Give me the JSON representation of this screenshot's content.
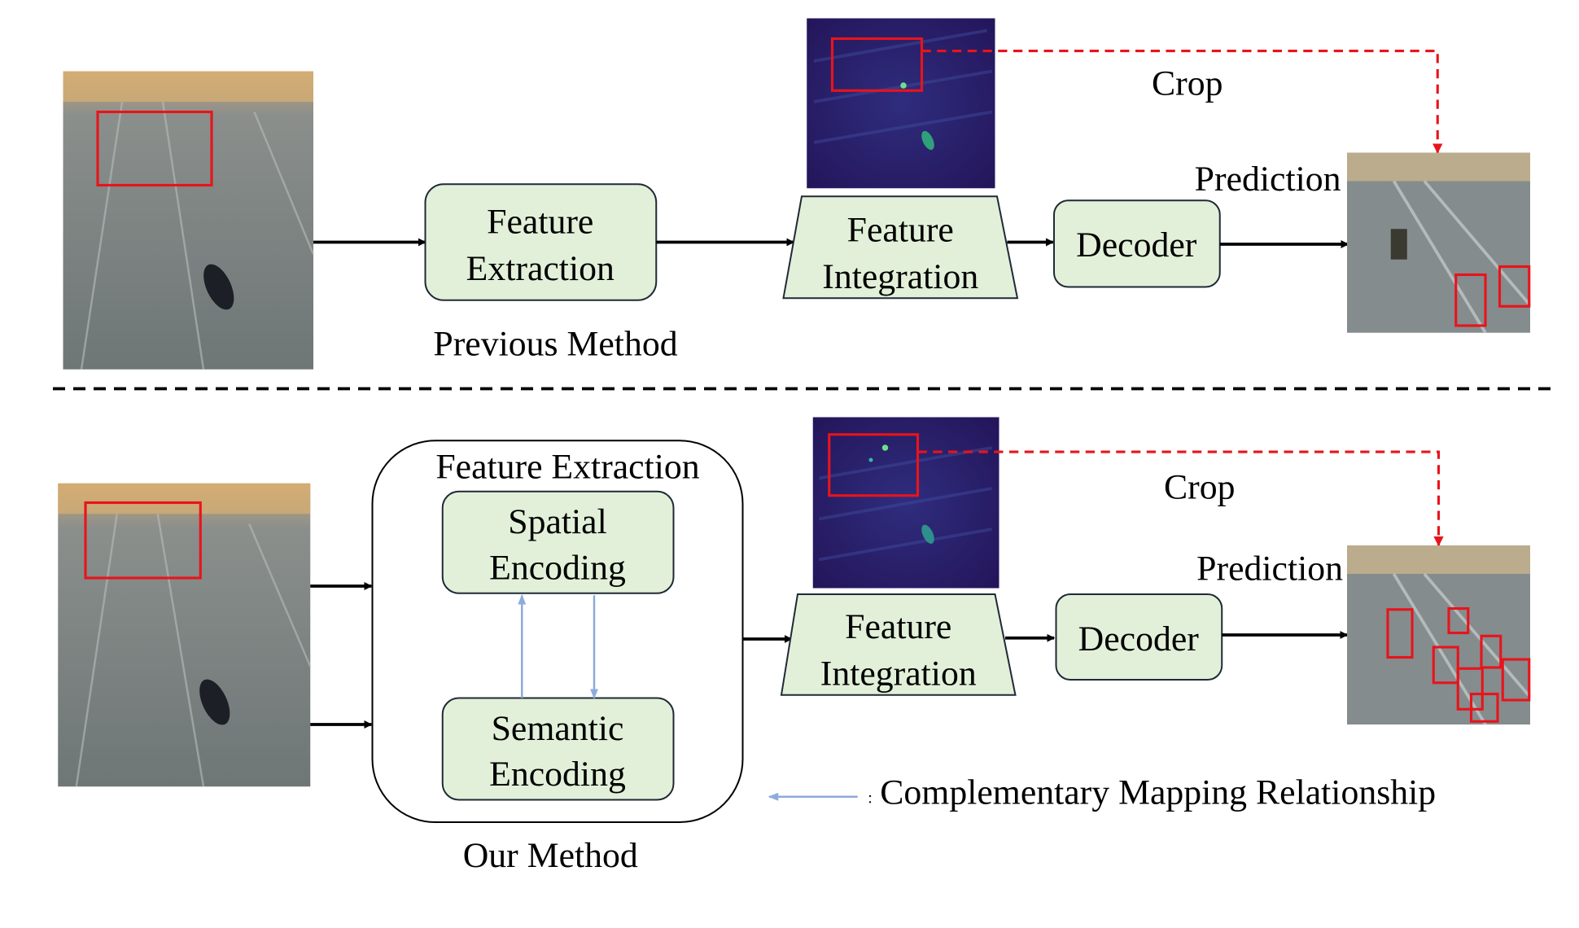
{
  "top": {
    "feature_extraction": [
      "Feature",
      "Extraction"
    ],
    "feature_integration": [
      "Feature",
      "Integration"
    ],
    "decoder": "Decoder",
    "crop": "Crop",
    "prediction": "Prediction",
    "caption": "Previous Method"
  },
  "bottom": {
    "feature_extraction_title": "Feature Extraction",
    "spatial_encoding": [
      "Spatial",
      "Encoding"
    ],
    "semantic_encoding": [
      "Semantic",
      "Encoding"
    ],
    "feature_integration": [
      "Feature",
      "Integration"
    ],
    "decoder": "Decoder",
    "crop": "Crop",
    "prediction": "Prediction",
    "caption": "Our Method"
  },
  "legend": {
    "separator": ":",
    "label": "Complementary Mapping Relationship"
  },
  "colors": {
    "module_fill": "#e2f0d9",
    "highlight_red": "#e8141b",
    "mapping_blue": "#8faadc",
    "heatmap_bg": "#2a1f6e"
  }
}
